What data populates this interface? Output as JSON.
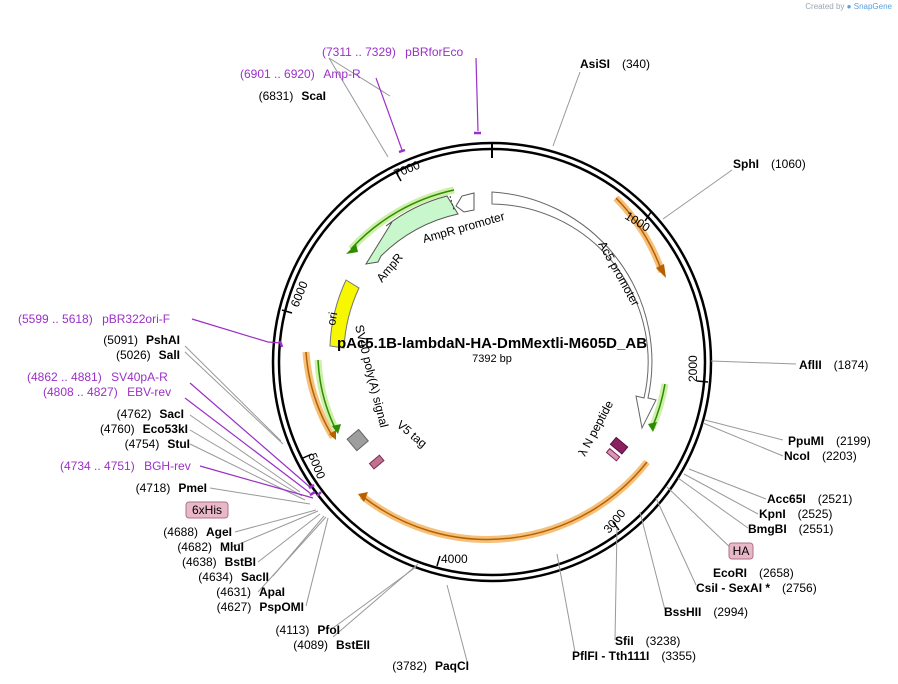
{
  "title": "pAc5.1B-lambdaN-HA-DmMextli-M605D_AB",
  "length": "7392 bp",
  "credit": {
    "prefix": "Created by",
    "brand": "SnapGene"
  },
  "ticks": [
    "1000",
    "2000",
    "3000",
    "4000",
    "5000",
    "6000",
    "7000"
  ],
  "features": {
    "ac5": "Ac5 promoter",
    "lambdaN": "λ N peptide",
    "v5": "V5 tag",
    "sv40": "SV40 poly(A) signal",
    "ori": "ori",
    "ampr": "AmpR",
    "ampr_promoter": "AmpR promoter"
  },
  "boxes": {
    "his": "6xHis",
    "ha": "HA"
  },
  "primers": [
    {
      "range": "(7311 .. 7329)",
      "name": "pBRforEco"
    },
    {
      "range": "(6901 .. 6920)",
      "name": "Amp-R"
    },
    {
      "range": "(5599 .. 5618)",
      "name": "pBR322ori-F"
    },
    {
      "range": "(4862 .. 4881)",
      "name": "SV40pA-R"
    },
    {
      "range": "(4808 .. 4827)",
      "name": "EBV-rev"
    },
    {
      "range": "(4734 .. 4751)",
      "name": "BGH-rev"
    }
  ],
  "sites_right": [
    {
      "name": "AsiSI",
      "pos": "(340)"
    },
    {
      "name": "SphI",
      "pos": "(1060)"
    },
    {
      "name": "AflII",
      "pos": "(1874)"
    },
    {
      "name": "PpuMI",
      "pos": "(2199)"
    },
    {
      "name": "NcoI",
      "pos": "(2203)"
    },
    {
      "name": "Acc65I",
      "pos": "(2521)"
    },
    {
      "name": "KpnI",
      "pos": "(2525)"
    },
    {
      "name": "BmgBI",
      "pos": "(2551)"
    },
    {
      "name": "EcoRI",
      "pos": "(2658)"
    },
    {
      "name": "CsiI  -  SexAI *",
      "pos": "(2756)"
    },
    {
      "name": "BssHII",
      "pos": "(2994)"
    },
    {
      "name": "SfiI",
      "pos": "(3238)"
    },
    {
      "name": "PflFI  -  Tth111I",
      "pos": "(3355)"
    }
  ],
  "sites_left": [
    {
      "pos": "(6831)",
      "name": "ScaI"
    },
    {
      "pos": "(5091)",
      "name": "PshAI"
    },
    {
      "pos": "(5026)",
      "name": "SalI"
    },
    {
      "pos": "(4762)",
      "name": "SacI"
    },
    {
      "pos": "(4760)",
      "name": "Eco53kI"
    },
    {
      "pos": "(4754)",
      "name": "StuI"
    },
    {
      "pos": "(4718)",
      "name": "PmeI"
    },
    {
      "pos": "(4688)",
      "name": "AgeI"
    },
    {
      "pos": "(4682)",
      "name": "MluI"
    },
    {
      "pos": "(4638)",
      "name": "BstBI"
    },
    {
      "pos": "(4634)",
      "name": "SacII"
    },
    {
      "pos": "(4631)",
      "name": "ApaI"
    },
    {
      "pos": "(4627)",
      "name": "PspOMI"
    },
    {
      "pos": "(4113)",
      "name": "PfoI"
    },
    {
      "pos": "(4089)",
      "name": "BstEII"
    },
    {
      "pos": "(3782)",
      "name": "PaqCI"
    }
  ]
}
